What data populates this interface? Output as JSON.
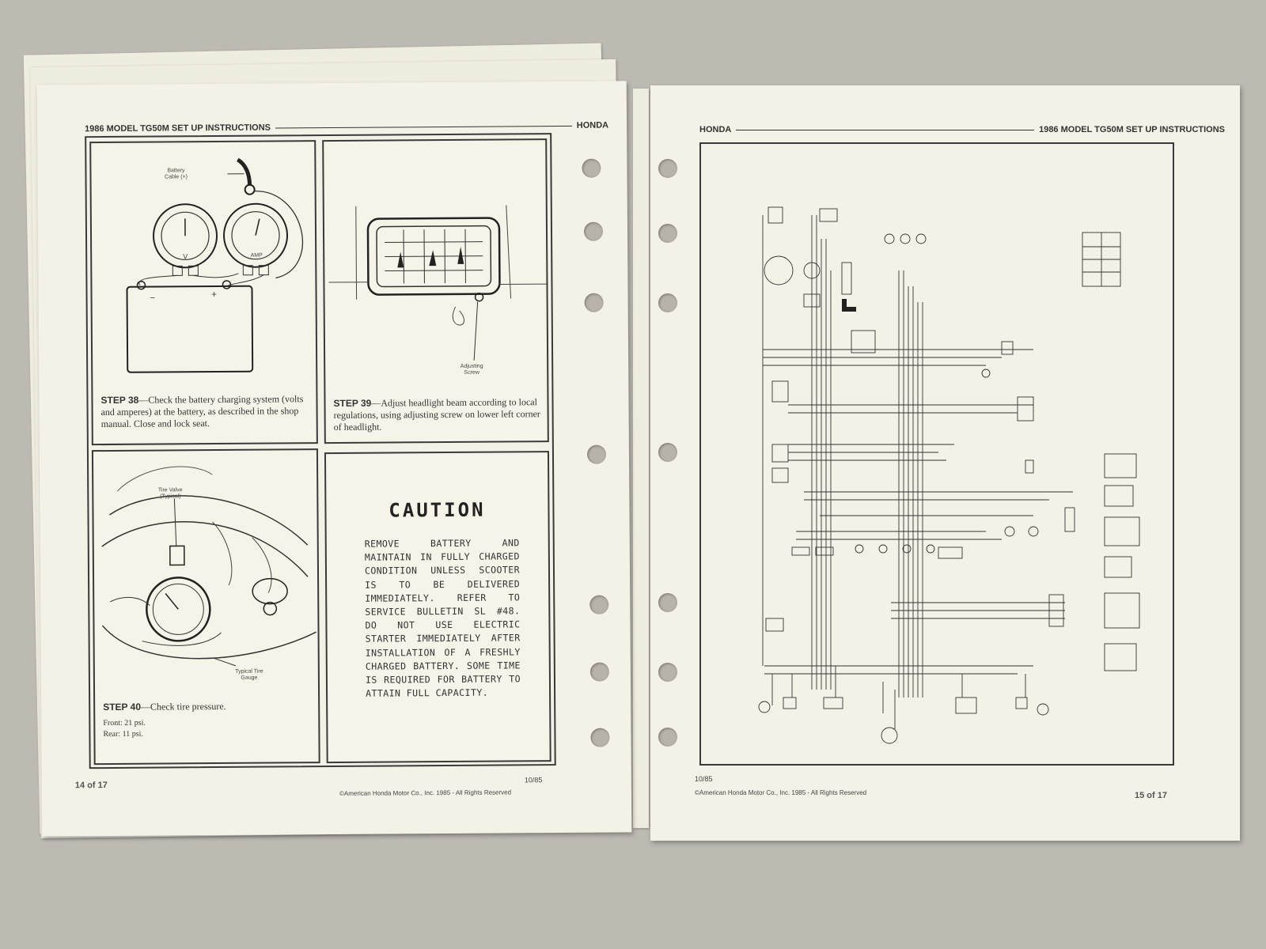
{
  "left_page": {
    "header_title": "1986 MODEL TG50M SET UP INSTRUCTIONS",
    "header_brand": "HONDA",
    "step38": {
      "number": "STEP 38",
      "text": "—Check the battery charging system (volts and amperes) at the battery, as described in the shop manual. Close and lock seat.",
      "labels": {
        "battery_cable": "Battery Cable (+)",
        "volt": "V",
        "amp": "AMP",
        "minus": "−",
        "plus": "+"
      }
    },
    "step39": {
      "number": "STEP 39",
      "text": "—Adjust headlight beam according to local regulations, using adjusting screw on lower left corner of headlight.",
      "labels": {
        "adjusting_screw": "Adjusting Screw"
      }
    },
    "step40": {
      "number": "STEP 40",
      "text": "—Check tire pressure.",
      "front": "Front: 21 psi.",
      "rear": "Rear: 11 psi.",
      "labels": {
        "tire_valve": "Tire Valve (Typical)",
        "tire_gauge": "Typical Tire Gauge"
      }
    },
    "caution": {
      "title": "CAUTION",
      "text": "REMOVE BATTERY AND MAINTAIN IN FULLY CHARGED CONDITION UNLESS SCOOTER IS TO BE DELIVERED IMMEDIATELY. REFER TO SERVICE BULLETIN SL #48. DO NOT USE ELECTRIC STARTER IMMEDIATELY AFTER INSTALLATION OF A FRESHLY CHARGED BATTERY. SOME TIME IS REQUIRED FOR BATTERY TO ATTAIN FULL CAPACITY."
    },
    "page_number": "14 of 17",
    "date": "10/85",
    "copyright": "©American Honda Motor Co., Inc. 1985 - All Rights Reserved"
  },
  "right_page": {
    "header_brand": "HONDA",
    "header_title": "1986 MODEL TG50M SET UP INSTRUCTIONS",
    "page_number": "15 of 17",
    "date": "10/85",
    "copyright": "©American Honda Motor Co., Inc. 1985 - All Rights Reserved"
  },
  "colors": {
    "ink": "#333333",
    "paper": "#f4f1e6",
    "background": "#bdbab2"
  }
}
